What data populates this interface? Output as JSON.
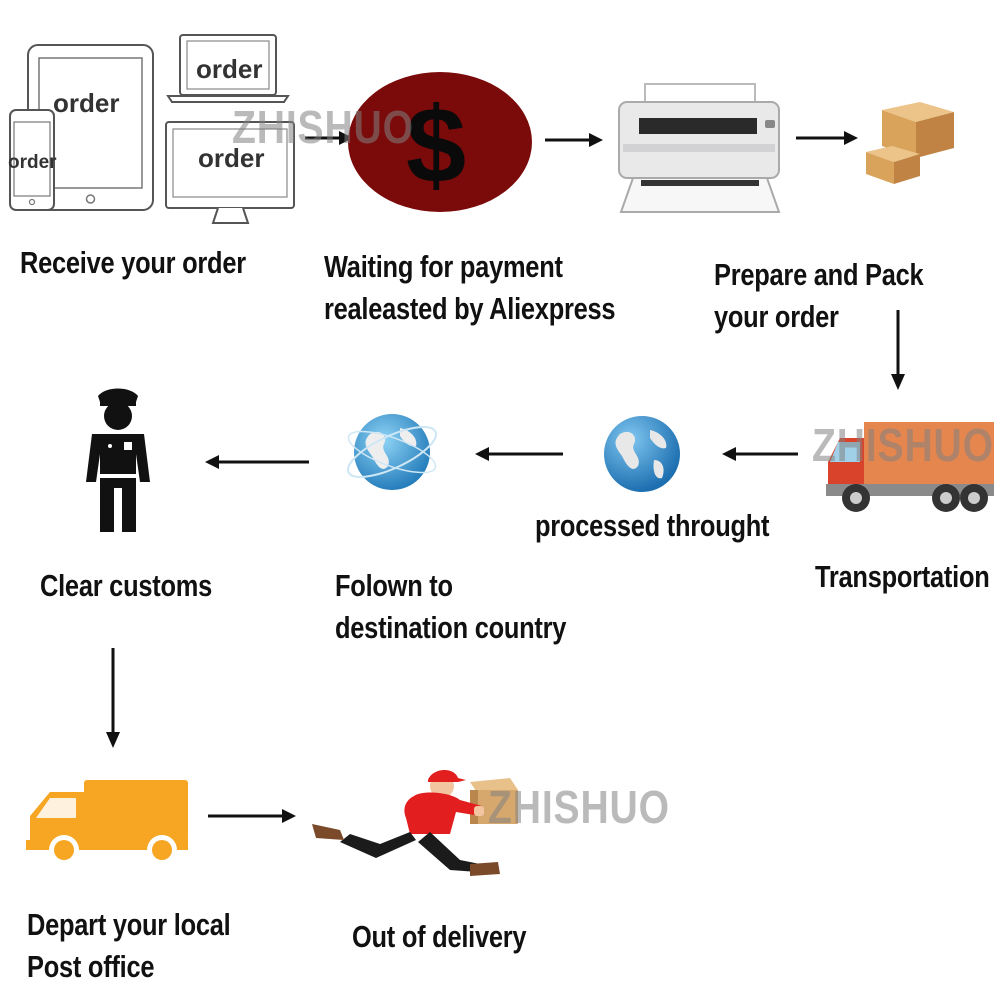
{
  "steps": {
    "receive_order": {
      "caption": [
        "Receive your order"
      ],
      "device_labels": {
        "tablet": "order",
        "phone": "order",
        "laptop": "order",
        "monitor": "order"
      }
    },
    "waiting_payment": {
      "caption": [
        "Waiting for payment",
        "realeasted by Aliexpress"
      ],
      "icon_glyph": "$"
    },
    "prepare_pack": {
      "caption": [
        "Prepare and Pack",
        "your order"
      ]
    },
    "transportation": {
      "caption": [
        "Transportation"
      ]
    },
    "processed": {
      "caption": [
        "processed throught"
      ]
    },
    "flown": {
      "caption": [
        "Folown to",
        "destination country"
      ]
    },
    "customs": {
      "caption": [
        "Clear customs"
      ]
    },
    "depart": {
      "caption": [
        "Depart your local",
        "Post office"
      ]
    },
    "delivery": {
      "caption": [
        "Out of delivery"
      ]
    }
  },
  "watermark": "ZHISHUO",
  "colors": {
    "payment_disc": "#7b0a0a",
    "truck_cargo": "#e5864f",
    "truck_cab": "#d9432c",
    "orange_truck": "#f6a623",
    "globe_ocean": "#2f8fd0",
    "globe_land": "#e8e8e8",
    "courier_red": "#e31e1e",
    "box_tan": "#d7a86e"
  },
  "icons": [
    "devices-icon",
    "dollar-icon",
    "printer-icon",
    "boxes-icon",
    "truck-icon",
    "globe-icon",
    "globe-orbit-icon",
    "police-officer-icon",
    "orange-truck-icon",
    "courier-icon"
  ]
}
